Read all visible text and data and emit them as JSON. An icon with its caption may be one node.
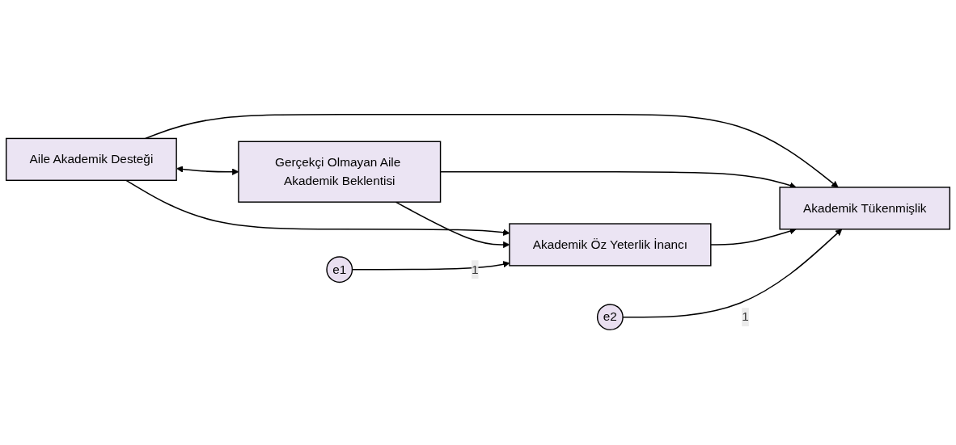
{
  "diagram": {
    "nodes": [
      {
        "text": [
          "e1"
        ]
      },
      {
        "text": [
          "Aile Akademik Desteği"
        ]
      },
      {
        "text": [
          "e2"
        ]
      },
      {
        "text": [
          "Akademik Öz Yeterlik İnancı"
        ]
      },
      {
        "text": [
          "Akademik Tükenmişlik"
        ]
      },
      {
        "text": [
          "Gerçekçi Olmayan Aile Akademik Beklentisi"
        ]
      }
    ],
    "edges": [
      {
        "from": 1,
        "to": 5,
        "arrow": "both"
      },
      {
        "from": 1,
        "to": 3,
        "arrow": "to"
      },
      {
        "from": 1,
        "to": 4,
        "arrow": "to"
      },
      {
        "from": 5,
        "to": 3,
        "arrow": "to"
      },
      {
        "from": 5,
        "to": 4,
        "arrow": "to"
      },
      {
        "from": 3,
        "to": 4,
        "arrow": "to"
      },
      {
        "from": 0,
        "to": 3,
        "label": "1",
        "arrow": "to"
      },
      {
        "from": 2,
        "to": 4,
        "label": "1",
        "arrow": "to"
      }
    ]
  }
}
